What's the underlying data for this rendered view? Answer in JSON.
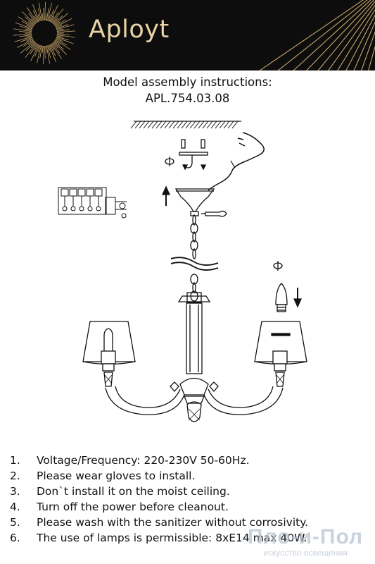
{
  "header": {
    "brand": "Aployt",
    "brand_color": "#e8d2a6",
    "background": "#0d0d0d",
    "logo_icon": "sunburst-icon"
  },
  "document": {
    "title": "Model assembly instructions:",
    "model": "APL.754.03.08"
  },
  "instructions": [
    {
      "num": "1.",
      "text": "Voltage/Frequency: 220-230V 50-60Hz."
    },
    {
      "num": "2.",
      "text": "Please wear gloves to install."
    },
    {
      "num": "3.",
      "text": "Don`t install it on the moist ceiling."
    },
    {
      "num": "4.",
      "text": "Turn off the power before cleanout."
    },
    {
      "num": "5.",
      "text": "Please wash with the sanitizer without corrosivity."
    },
    {
      "num": "6.",
      "text": "The use of lamps is permissible: 8xE14 max 40W."
    }
  ],
  "watermark": {
    "big": "Пло-и-Пол",
    "small": "искусство освещения"
  }
}
